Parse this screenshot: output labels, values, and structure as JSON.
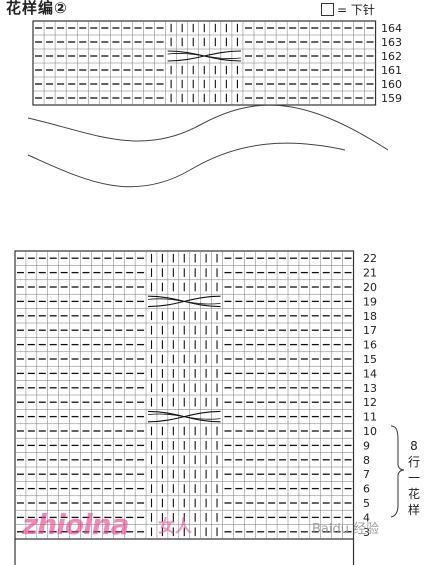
{
  "title": "花样编②",
  "legend": {
    "symbol": "",
    "label": "= 下针"
  },
  "chart1": {
    "rows": [
      "164",
      "163",
      "162",
      "161",
      "160",
      "159"
    ]
  },
  "chart2": {
    "rows": [
      "22",
      "21",
      "20",
      "19",
      "18",
      "17",
      "16",
      "15",
      "14",
      "13",
      "12",
      "11",
      "10",
      "9",
      "8",
      "7",
      "6",
      "5",
      "4",
      "3"
    ]
  },
  "repeat_note": [
    "8",
    "行",
    "一",
    "花",
    "样"
  ],
  "watermarks": {
    "brand": "zhiolna",
    "brand2": "女人",
    "baidu": "Baidu 经验"
  },
  "colors": {
    "grid": "#333333",
    "watermark": "#e83d8c"
  }
}
